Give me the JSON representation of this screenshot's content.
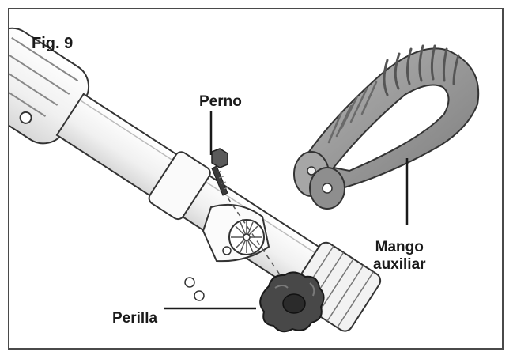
{
  "figure": {
    "title": "Fig. 9"
  },
  "labels": {
    "bolt": "Perno",
    "handle_line1": "Mango",
    "handle_line2": "auxiliar",
    "knob": "Perilla"
  },
  "colors": {
    "border": "#4a4a4a",
    "outline": "#333333",
    "shaft_fill": "#f4f4f4",
    "handle_fill": "#9a9a9a",
    "handle_dark": "#6e6e6e",
    "knob_fill": "#4a4a4a"
  }
}
